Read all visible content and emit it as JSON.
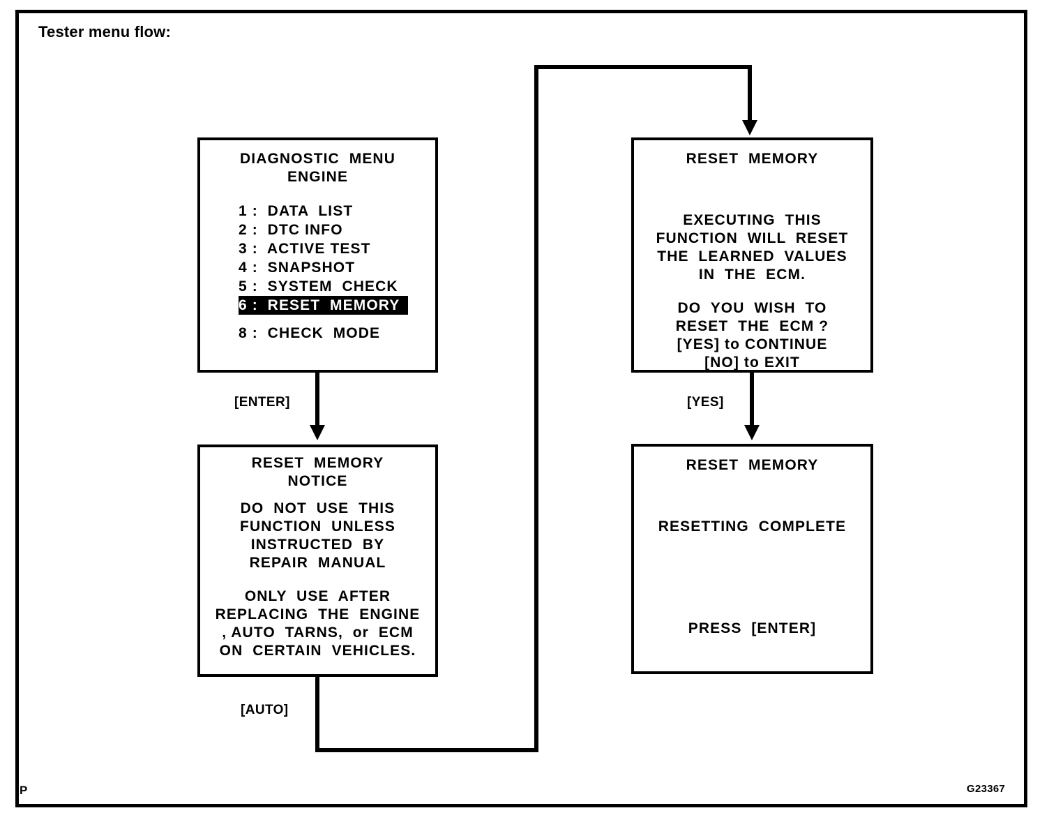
{
  "page": {
    "title": "Tester menu flow:",
    "corner_mark": "P",
    "figure_id": "G23367"
  },
  "screens": {
    "diagnostic_menu": {
      "title_line1": "DIAGNOSTIC  MENU",
      "title_line2": "ENGINE",
      "items": [
        {
          "label": "1 :  DATA  LIST",
          "selected": false
        },
        {
          "label": "2 :  DTC INFO",
          "selected": false
        },
        {
          "label": "3 :  ACTIVE TEST",
          "selected": false
        },
        {
          "label": "4 :  SNAPSHOT",
          "selected": false
        },
        {
          "label": "5 :  SYSTEM  CHECK",
          "selected": false
        },
        {
          "label": "6 :  RESET  MEMORY",
          "selected": true
        },
        {
          "label": "8 :  CHECK  MODE",
          "selected": false
        }
      ]
    },
    "reset_memory_notice": {
      "title_line1": "RESET  MEMORY",
      "title_line2": "NOTICE",
      "body1_line1": "DO  NOT  USE  THIS",
      "body1_line2": "FUNCTION  UNLESS",
      "body1_line3": "INSTRUCTED  BY",
      "body1_line4": "REPAIR  MANUAL",
      "body2_line1": "ONLY  USE  AFTER",
      "body2_line2": "REPLACING  THE  ENGINE",
      "body2_line3": ", AUTO  TARNS,  or  ECM",
      "body2_line4": "ON  CERTAIN  VEHICLES."
    },
    "reset_memory_confirm": {
      "title": "RESET  MEMORY",
      "body1_line1": "EXECUTING  THIS",
      "body1_line2": "FUNCTION  WILL  RESET",
      "body1_line3": "THE  LEARNED  VALUES",
      "body1_line4": "IN  THE  ECM.",
      "body2_line1": "DO  YOU  WISH  TO",
      "body2_line2": "RESET  THE  ECM ?",
      "body2_line3": "[YES] to CONTINUE",
      "body2_line4": "[NO] to EXIT"
    },
    "reset_memory_complete": {
      "title": "RESET  MEMORY",
      "status": "RESETTING  COMPLETE",
      "prompt": "PRESS  [ENTER]"
    }
  },
  "connectors": {
    "enter_label": "[ENTER]",
    "auto_label": "[AUTO]",
    "yes_label": "[YES]"
  }
}
